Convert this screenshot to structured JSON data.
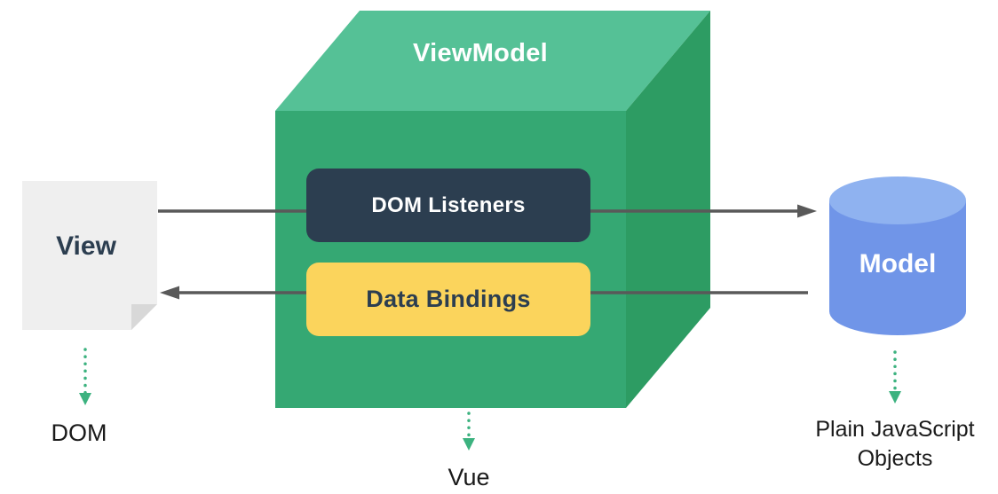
{
  "colors": {
    "cube_top": "#55c196",
    "cube_front": "#35a873",
    "cube_side": "#2d9c63",
    "dom_listeners_bg": "#2c3e50",
    "data_bindings_bg": "#fbd45c",
    "navy_text": "#2c3e50",
    "paper_bg": "#efefef",
    "paper_fold": "#d8d8d8",
    "cylinder_body": "#7095e8",
    "cylinder_top": "#8fb2f0",
    "arrow_gray": "#595959",
    "arrow_green": "#3cb27f",
    "label_text": "#1a1a1a"
  },
  "diagram": {
    "view": {
      "title": "View",
      "caption": "DOM"
    },
    "viewmodel": {
      "title": "ViewModel",
      "dom_listeners_label": "DOM Listeners",
      "data_bindings_label": "Data Bindings",
      "caption": "Vue"
    },
    "model": {
      "title": "Model",
      "caption": "Plain JavaScript Objects"
    }
  }
}
